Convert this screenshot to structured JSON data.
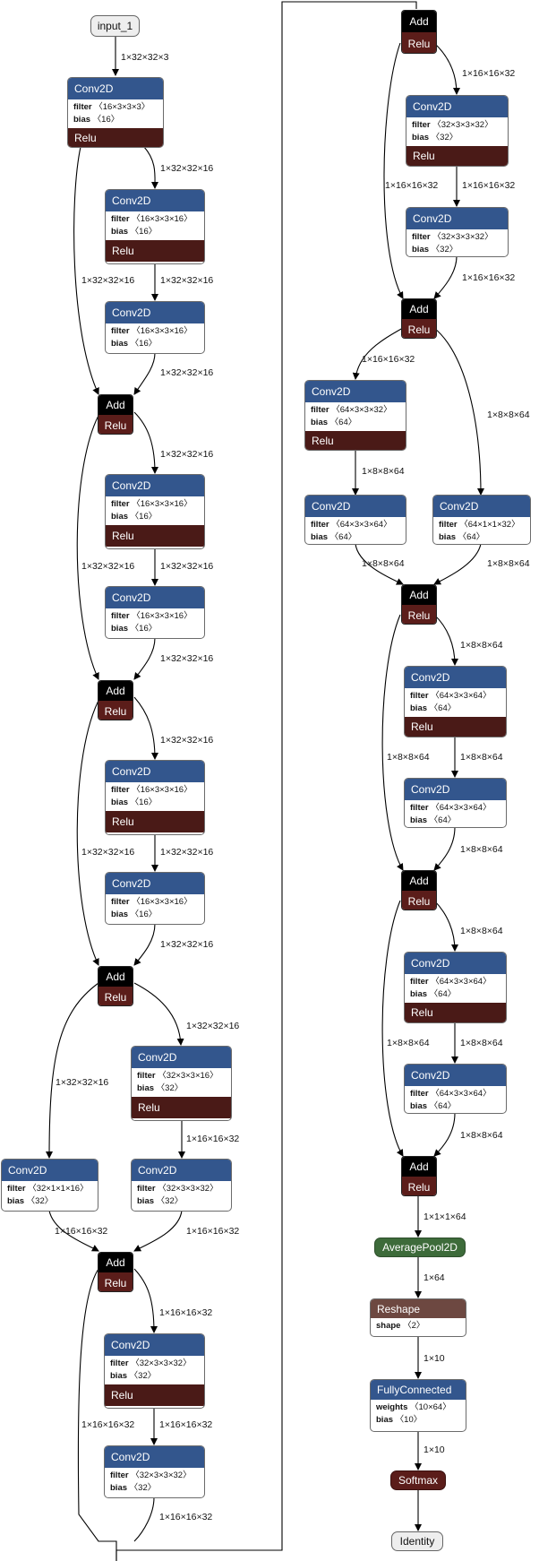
{
  "labels": {
    "filter": "filter",
    "bias": "bias",
    "weights": "weights",
    "shape": "shape"
  },
  "nodes": [
    {
      "id": "input_1",
      "type": "input",
      "title": "input_1"
    },
    {
      "id": "c1",
      "type": "conv",
      "title": "Conv2D",
      "filter": "〈16×3×3×3〉",
      "bias": "〈16〉",
      "act": "Relu"
    },
    {
      "id": "c2",
      "type": "conv",
      "title": "Conv2D",
      "filter": "〈16×3×3×16〉",
      "bias": "〈16〉",
      "act": "Relu"
    },
    {
      "id": "c3",
      "type": "conv",
      "title": "Conv2D",
      "filter": "〈16×3×3×16〉",
      "bias": "〈16〉"
    },
    {
      "id": "a1",
      "type": "add",
      "title": "Add",
      "act": "Relu"
    },
    {
      "id": "c4",
      "type": "conv",
      "title": "Conv2D",
      "filter": "〈16×3×3×16〉",
      "bias": "〈16〉",
      "act": "Relu"
    },
    {
      "id": "c5",
      "type": "conv",
      "title": "Conv2D",
      "filter": "〈16×3×3×16〉",
      "bias": "〈16〉"
    },
    {
      "id": "a2",
      "type": "add",
      "title": "Add",
      "act": "Relu"
    },
    {
      "id": "c6",
      "type": "conv",
      "title": "Conv2D",
      "filter": "〈16×3×3×16〉",
      "bias": "〈16〉",
      "act": "Relu"
    },
    {
      "id": "c7",
      "type": "conv",
      "title": "Conv2D",
      "filter": "〈16×3×3×16〉",
      "bias": "〈16〉"
    },
    {
      "id": "a3",
      "type": "add",
      "title": "Add",
      "act": "Relu"
    },
    {
      "id": "c8",
      "type": "conv",
      "title": "Conv2D",
      "filter": "〈32×3×3×16〉",
      "bias": "〈32〉",
      "act": "Relu"
    },
    {
      "id": "c9",
      "type": "conv",
      "title": "Conv2D",
      "filter": "〈32×1×1×16〉",
      "bias": "〈32〉"
    },
    {
      "id": "c10",
      "type": "conv",
      "title": "Conv2D",
      "filter": "〈32×3×3×32〉",
      "bias": "〈32〉"
    },
    {
      "id": "a4",
      "type": "add",
      "title": "Add",
      "act": "Relu"
    },
    {
      "id": "c11",
      "type": "conv",
      "title": "Conv2D",
      "filter": "〈32×3×3×32〉",
      "bias": "〈32〉",
      "act": "Relu"
    },
    {
      "id": "c12",
      "type": "conv",
      "title": "Conv2D",
      "filter": "〈32×3×3×32〉",
      "bias": "〈32〉"
    },
    {
      "id": "a5",
      "type": "add",
      "title": "Add",
      "act": "Relu"
    },
    {
      "id": "c13",
      "type": "conv",
      "title": "Conv2D",
      "filter": "〈32×3×3×32〉",
      "bias": "〈32〉",
      "act": "Relu"
    },
    {
      "id": "c14",
      "type": "conv",
      "title": "Conv2D",
      "filter": "〈32×3×3×32〉",
      "bias": "〈32〉"
    },
    {
      "id": "a6",
      "type": "add",
      "title": "Add",
      "act": "Relu"
    },
    {
      "id": "c15",
      "type": "conv",
      "title": "Conv2D",
      "filter": "〈64×3×3×32〉",
      "bias": "〈64〉",
      "act": "Relu"
    },
    {
      "id": "c16",
      "type": "conv",
      "title": "Conv2D",
      "filter": "〈64×3×3×64〉",
      "bias": "〈64〉"
    },
    {
      "id": "c17",
      "type": "conv",
      "title": "Conv2D",
      "filter": "〈64×1×1×32〉",
      "bias": "〈64〉"
    },
    {
      "id": "a7",
      "type": "add",
      "title": "Add",
      "act": "Relu"
    },
    {
      "id": "c18",
      "type": "conv",
      "title": "Conv2D",
      "filter": "〈64×3×3×64〉",
      "bias": "〈64〉",
      "act": "Relu"
    },
    {
      "id": "c19",
      "type": "conv",
      "title": "Conv2D",
      "filter": "〈64×3×3×64〉",
      "bias": "〈64〉"
    },
    {
      "id": "a8",
      "type": "add",
      "title": "Add",
      "act": "Relu"
    },
    {
      "id": "c20",
      "type": "conv",
      "title": "Conv2D",
      "filter": "〈64×3×3×64〉",
      "bias": "〈64〉",
      "act": "Relu"
    },
    {
      "id": "c21",
      "type": "conv",
      "title": "Conv2D",
      "filter": "〈64×3×3×64〉",
      "bias": "〈64〉"
    },
    {
      "id": "a9",
      "type": "add",
      "title": "Add",
      "act": "Relu"
    },
    {
      "id": "avg",
      "type": "avg",
      "title": "AveragePool2D"
    },
    {
      "id": "reshape",
      "type": "reshape",
      "title": "Reshape",
      "shape": "〈2〉"
    },
    {
      "id": "fc",
      "type": "fc",
      "title": "FullyConnected",
      "weights": "〈10×64〉",
      "bias": "〈10〉"
    },
    {
      "id": "softmax",
      "type": "softmax",
      "title": "Softmax"
    },
    {
      "id": "identity",
      "type": "identity",
      "title": "Identity"
    }
  ],
  "edge_labels": [
    "1×32×32×3",
    "1×32×32×16",
    "1×32×32×16",
    "1×32×32×16",
    "1×32×32×16",
    "1×32×32×16",
    "1×32×32×16",
    "1×32×32×16",
    "1×32×32×16",
    "1×32×32×16",
    "1×32×32×16",
    "1×32×32×16",
    "1×32×32×16",
    "1×32×32×16",
    "1×32×32×16",
    "1×16×16×32",
    "1×16×16×32",
    "1×16×16×32",
    "1×16×16×32",
    "1×16×16×32",
    "1×16×16×32",
    "1×16×16×32",
    "1×16×16×32",
    "1×16×16×32",
    "1×16×16×32",
    "1×16×16×32",
    "1×16×16×32",
    "1×8×8×64",
    "1×8×8×64",
    "1×8×8×64",
    "1×8×8×64",
    "1×8×8×64",
    "1×8×8×64",
    "1×8×8×64",
    "1×8×8×64",
    "1×8×8×64",
    "1×8×8×64",
    "1×8×8×64",
    "1×8×8×64",
    "1×1×1×64",
    "1×64",
    "1×10",
    "1×10"
  ]
}
